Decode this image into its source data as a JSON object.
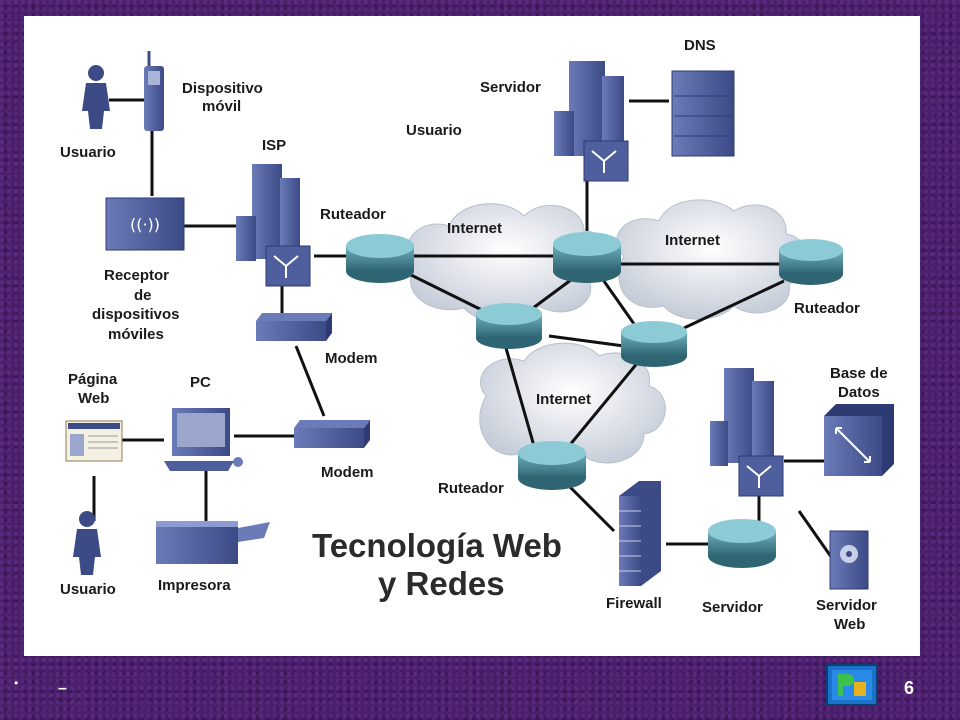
{
  "title_line1": "Tecnología Web",
  "title_line2": "y Redes",
  "labels": {
    "dispositivo": "Dispositivo",
    "movil": "móvil",
    "usuario_top": "Usuario",
    "usuario_center": "Usuario",
    "usuario_bottom": "Usuario",
    "isp": "ISP",
    "ruteador_left": "Ruteador",
    "ruteador_right": "Ruteador",
    "ruteador_bottom": "Ruteador",
    "servidor_top": "Servidor",
    "servidor_bottom": "Servidor",
    "dns": "DNS",
    "internet_1": "Internet",
    "internet_2": "Internet",
    "internet_3": "Internet",
    "receptor_1": "Receptor",
    "receptor_2": "de",
    "receptor_3": "dispositivos",
    "receptor_4": "móviles",
    "modem_1": "Modem",
    "modem_2": "Modem",
    "pagina": "Página",
    "web": "Web",
    "pc": "PC",
    "impresora": "Impresora",
    "base_de": "Base de",
    "datos": "Datos",
    "firewall": "Firewall",
    "servidor_web_1": "Servidor",
    "servidor_web_2": "Web"
  },
  "footer": {
    "dot": "•",
    "dash": "–",
    "page_number": "6"
  },
  "colors": {
    "background": "#4a1f6b",
    "device": "#4f5f9e",
    "device_dark": "#2d3a74",
    "router": "#3f7f8f",
    "cloud": "#d8dde6"
  }
}
